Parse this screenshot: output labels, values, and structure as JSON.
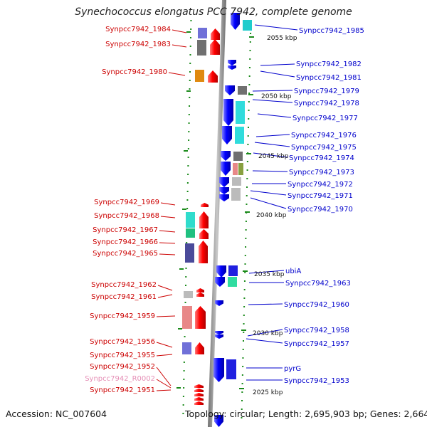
{
  "title": "Synechococcus elongatus PCC 7942, complete genome",
  "footer": {
    "accession": "Accession: NC_007604",
    "topology": "Topology: circular; Length: 2,695,903 bp; Genes: 2,664"
  },
  "colors": {
    "forward_label": "#cc0000",
    "reverse_label": "#0000cc",
    "rna_label": "#e58fb6",
    "forward_strand": "#ff0000",
    "reverse_strand": "#0000ff",
    "tick": "#1a8a1a"
  },
  "ruler": [
    "2055 kbp",
    "2050 kbp",
    "2045 kbp",
    "2040 kbp",
    "2035 kbp",
    "2030 kbp",
    "2025 kbp"
  ],
  "left_labels": [
    {
      "text": "Synpcc7942_1984",
      "kind": "cds"
    },
    {
      "text": "Synpcc7942_1983",
      "kind": "cds"
    },
    {
      "text": "Synpcc7942_1980",
      "kind": "cds"
    },
    {
      "text": "Synpcc7942_1969",
      "kind": "cds"
    },
    {
      "text": "Synpcc7942_1968",
      "kind": "cds"
    },
    {
      "text": "Synpcc7942_1967",
      "kind": "cds"
    },
    {
      "text": "Synpcc7942_1966",
      "kind": "cds"
    },
    {
      "text": "Synpcc7942_1965",
      "kind": "cds"
    },
    {
      "text": "Synpcc7942_1962",
      "kind": "cds"
    },
    {
      "text": "Synpcc7942_1961",
      "kind": "cds"
    },
    {
      "text": "Synpcc7942_1959",
      "kind": "cds"
    },
    {
      "text": "Synpcc7942_1956",
      "kind": "cds"
    },
    {
      "text": "Synpcc7942_1955",
      "kind": "cds"
    },
    {
      "text": "Synpcc7942_1952",
      "kind": "cds"
    },
    {
      "text": "Synpcc7942_R0002",
      "kind": "rna"
    },
    {
      "text": "Synpcc7942_1951",
      "kind": "cds"
    }
  ],
  "right_labels": [
    {
      "text": "Synpcc7942_1985"
    },
    {
      "text": "Synpcc7942_1982"
    },
    {
      "text": "Synpcc7942_1981"
    },
    {
      "text": "Synpcc7942_1979"
    },
    {
      "text": "Synpcc7942_1978"
    },
    {
      "text": "Synpcc7942_1977"
    },
    {
      "text": "Synpcc7942_1976"
    },
    {
      "text": "Synpcc7942_1975"
    },
    {
      "text": "Synpcc7942_1974"
    },
    {
      "text": "Synpcc7942_1973"
    },
    {
      "text": "Synpcc7942_1972"
    },
    {
      "text": "Synpcc7942_1971"
    },
    {
      "text": "Synpcc7942_1970"
    },
    {
      "text": "ubiA"
    },
    {
      "text": "Synpcc7942_1963"
    },
    {
      "text": "Synpcc7942_1960"
    },
    {
      "text": "Synpcc7942_1958"
    },
    {
      "text": "Synpcc7942_1957"
    },
    {
      "text": "pyrG"
    },
    {
      "text": "Synpcc7942_1953"
    }
  ]
}
